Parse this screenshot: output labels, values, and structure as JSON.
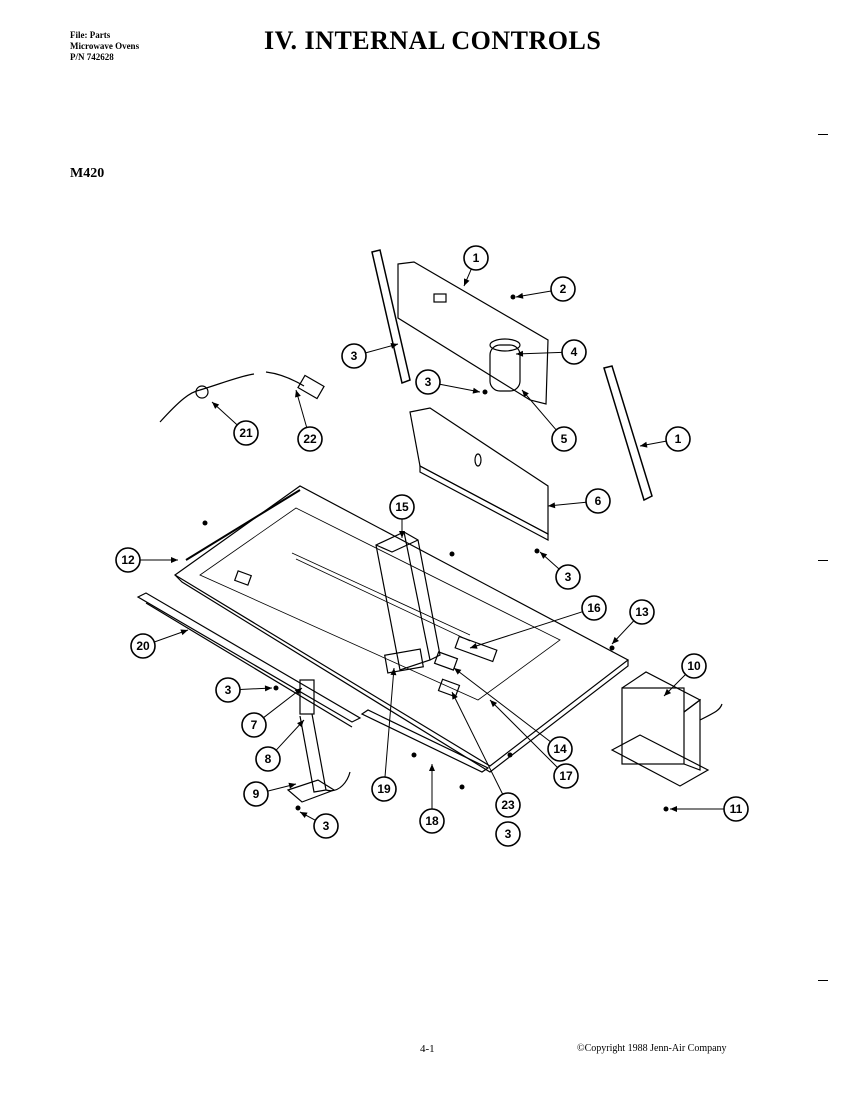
{
  "header": {
    "file_line": "File: Parts",
    "category_line": "Microwave Ovens",
    "part_number_line": "P/N 742628",
    "title": "IV.  INTERNAL CONTROLS"
  },
  "model": "M420",
  "callouts": [
    "1",
    "2",
    "3",
    "4",
    "1",
    "3",
    "5",
    "21",
    "22",
    "6",
    "15",
    "12",
    "3",
    "16",
    "13",
    "20",
    "10",
    "3",
    "7",
    "14",
    "8",
    "17",
    "9",
    "19",
    "11",
    "23",
    "3",
    "18",
    "3"
  ],
  "footer": {
    "page_number": "4-1",
    "copyright": "©Copyright 1988 Jenn-Air Company"
  }
}
